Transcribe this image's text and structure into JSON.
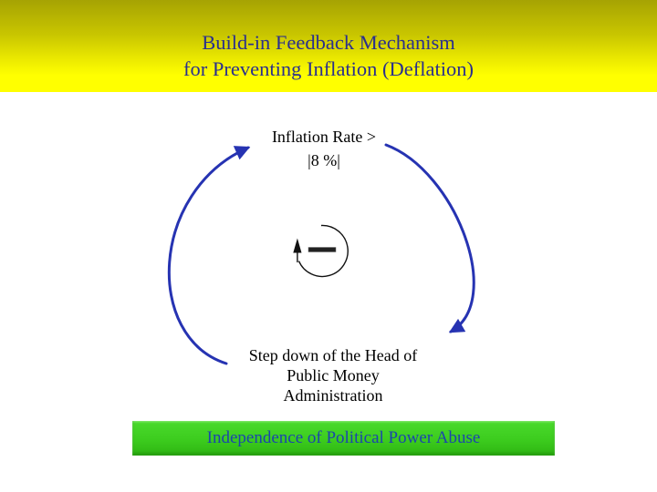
{
  "slide": {
    "title": {
      "line1": "Build-in Feedback Mechanism",
      "line2": "for Preventing Inflation (Deflation)"
    },
    "diagram": {
      "top_label": {
        "line1": "Inflation Rate >",
        "line2": "|8 %|"
      },
      "bottom_label": {
        "line1": "Step down of the Head of",
        "line2": "Public Money",
        "line3": "Administration"
      },
      "center_icon": "negative-feedback-loop-icon",
      "cycle_direction": "clockwise"
    },
    "banner": {
      "label": "Independence of Political Power Abuse"
    },
    "colors": {
      "header_gradient_top": "#a6a303",
      "header_gradient_bottom": "#ffff00",
      "title_text": "#2a2f8e",
      "arrow_blue": "#2633b2",
      "diagram_text": "#000000",
      "banner_green_top": "#4ada2c",
      "banner_green_bottom": "#2eb512",
      "banner_text": "#1b46ac",
      "background": "#ffffff"
    }
  }
}
